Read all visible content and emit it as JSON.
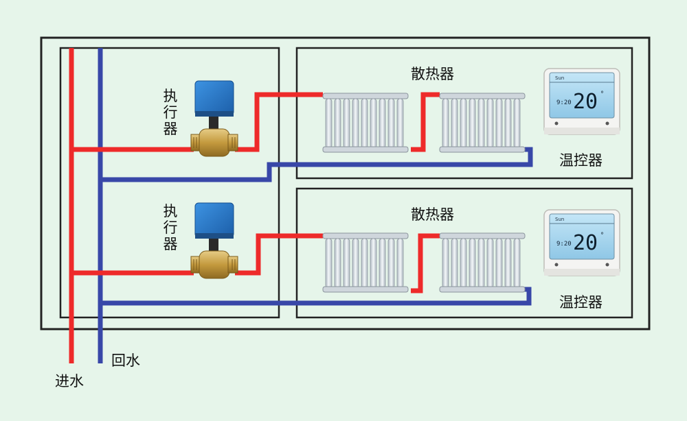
{
  "labels": {
    "actuator": "执行器",
    "radiator": "散热器",
    "thermostat": "温控器",
    "inlet": "进水",
    "return": "回水"
  },
  "thermostat_display": {
    "day": "Sun",
    "time": "9:20",
    "temperature": "20",
    "unit": "°"
  },
  "colors": {
    "background": "#e6f5ea",
    "supply_pipe": "#ee2a2a",
    "return_pipe": "#3847a8",
    "valve_body": "#c9a24a",
    "actuator_head": "#2f7fd0",
    "radiator": "#dfe5ea",
    "lcd": "#a9d6f0"
  },
  "icons": [
    "ball-valve-icon",
    "actuator-icon",
    "radiator-icon",
    "thermostat-icon"
  ]
}
